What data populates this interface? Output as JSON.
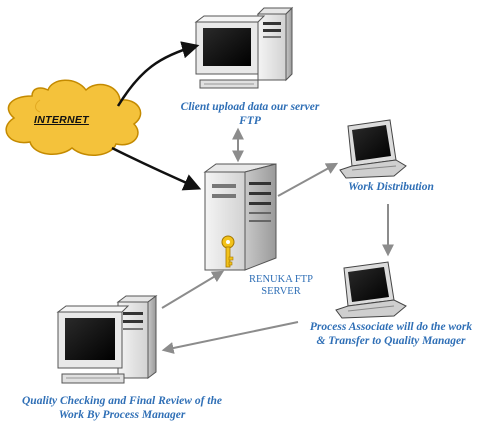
{
  "internet": {
    "label": "INTERNET"
  },
  "client": {
    "label_line1": "Client upload data our server",
    "label_line2": "FTP"
  },
  "server": {
    "label_line1": "RENUKA FTP",
    "label_line2": "SERVER"
  },
  "distribution": {
    "label": "Work Distribution"
  },
  "associate": {
    "label_line1": "Process Associate will do the work",
    "label_line2": "& Transfer to Quality Manager"
  },
  "manager": {
    "label_line1": "Quality Checking and Final Review of the",
    "label_line2": "Work By Process Manager"
  }
}
